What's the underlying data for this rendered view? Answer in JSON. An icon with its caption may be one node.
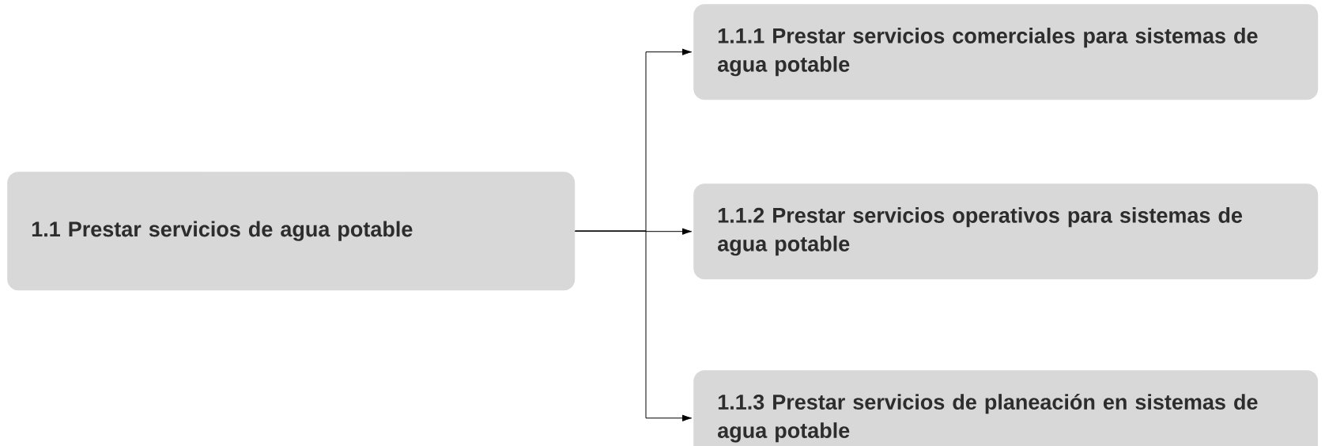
{
  "diagram": {
    "nodes": [
      {
        "text": [
          "1.1 Prestar servicios de agua potable"
        ]
      },
      {
        "text": [
          "1.1.1 Prestar servicios comerciales para sistemas de agua potable"
        ]
      },
      {
        "text": [
          "1.1.2 Prestar servicios operativos para sistemas de agua potable"
        ]
      },
      {
        "text": [
          "1.1.3 Prestar servicios de planeación en sistemas de agua potable"
        ]
      }
    ],
    "edges": [
      {
        "from": 0,
        "to": 1,
        "arrow": "to"
      },
      {
        "from": 0,
        "to": 2,
        "arrow": "to"
      },
      {
        "from": 0,
        "to": 3,
        "arrow": "to"
      }
    ]
  }
}
